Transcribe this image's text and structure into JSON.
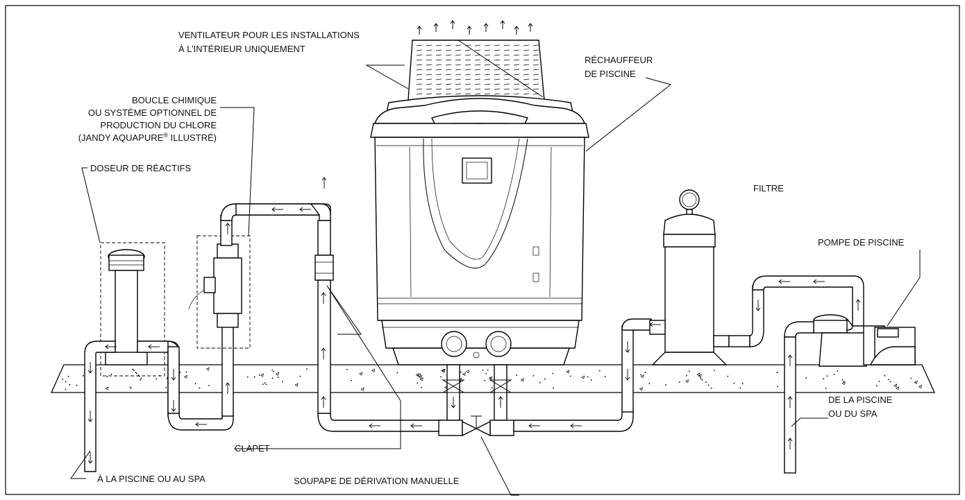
{
  "labels": {
    "ventilator_line1": "VENTILATEUR POUR LES INSTALLATIONS",
    "ventilator_line2": "À L’INTÉRIEUR UNIQUEMENT",
    "heater_line1": "RÉCHAUFFEUR",
    "heater_line2": "DE PISCINE",
    "chem_line1": "BOUCLE CHIMIQUE",
    "chem_line2": "OU SYSTÈME OPTIONNEL DE",
    "chem_line3": "PRODUCTION DU CHLORE",
    "chem_line4": "(JANDY AQUAPURE",
    "chem_line4_reg": "®",
    "chem_line4_end": " ILLUSTRÉ)",
    "feeder": "DOSEUR DE RÉACTIFS",
    "filter": "FILTRE",
    "pump": "POMPE DE PISCINE",
    "from_pool_line1": "DE LA PISCINE",
    "from_pool_line2": "OU DU SPA",
    "check_valve": "CLAPET",
    "to_pool": "À LA PISCINE OU AU SPA",
    "bypass_valve": "SOUPAPE DE DÉRIVATION MANUELLE"
  },
  "colors": {
    "line": "#000000",
    "background": "#ffffff"
  }
}
